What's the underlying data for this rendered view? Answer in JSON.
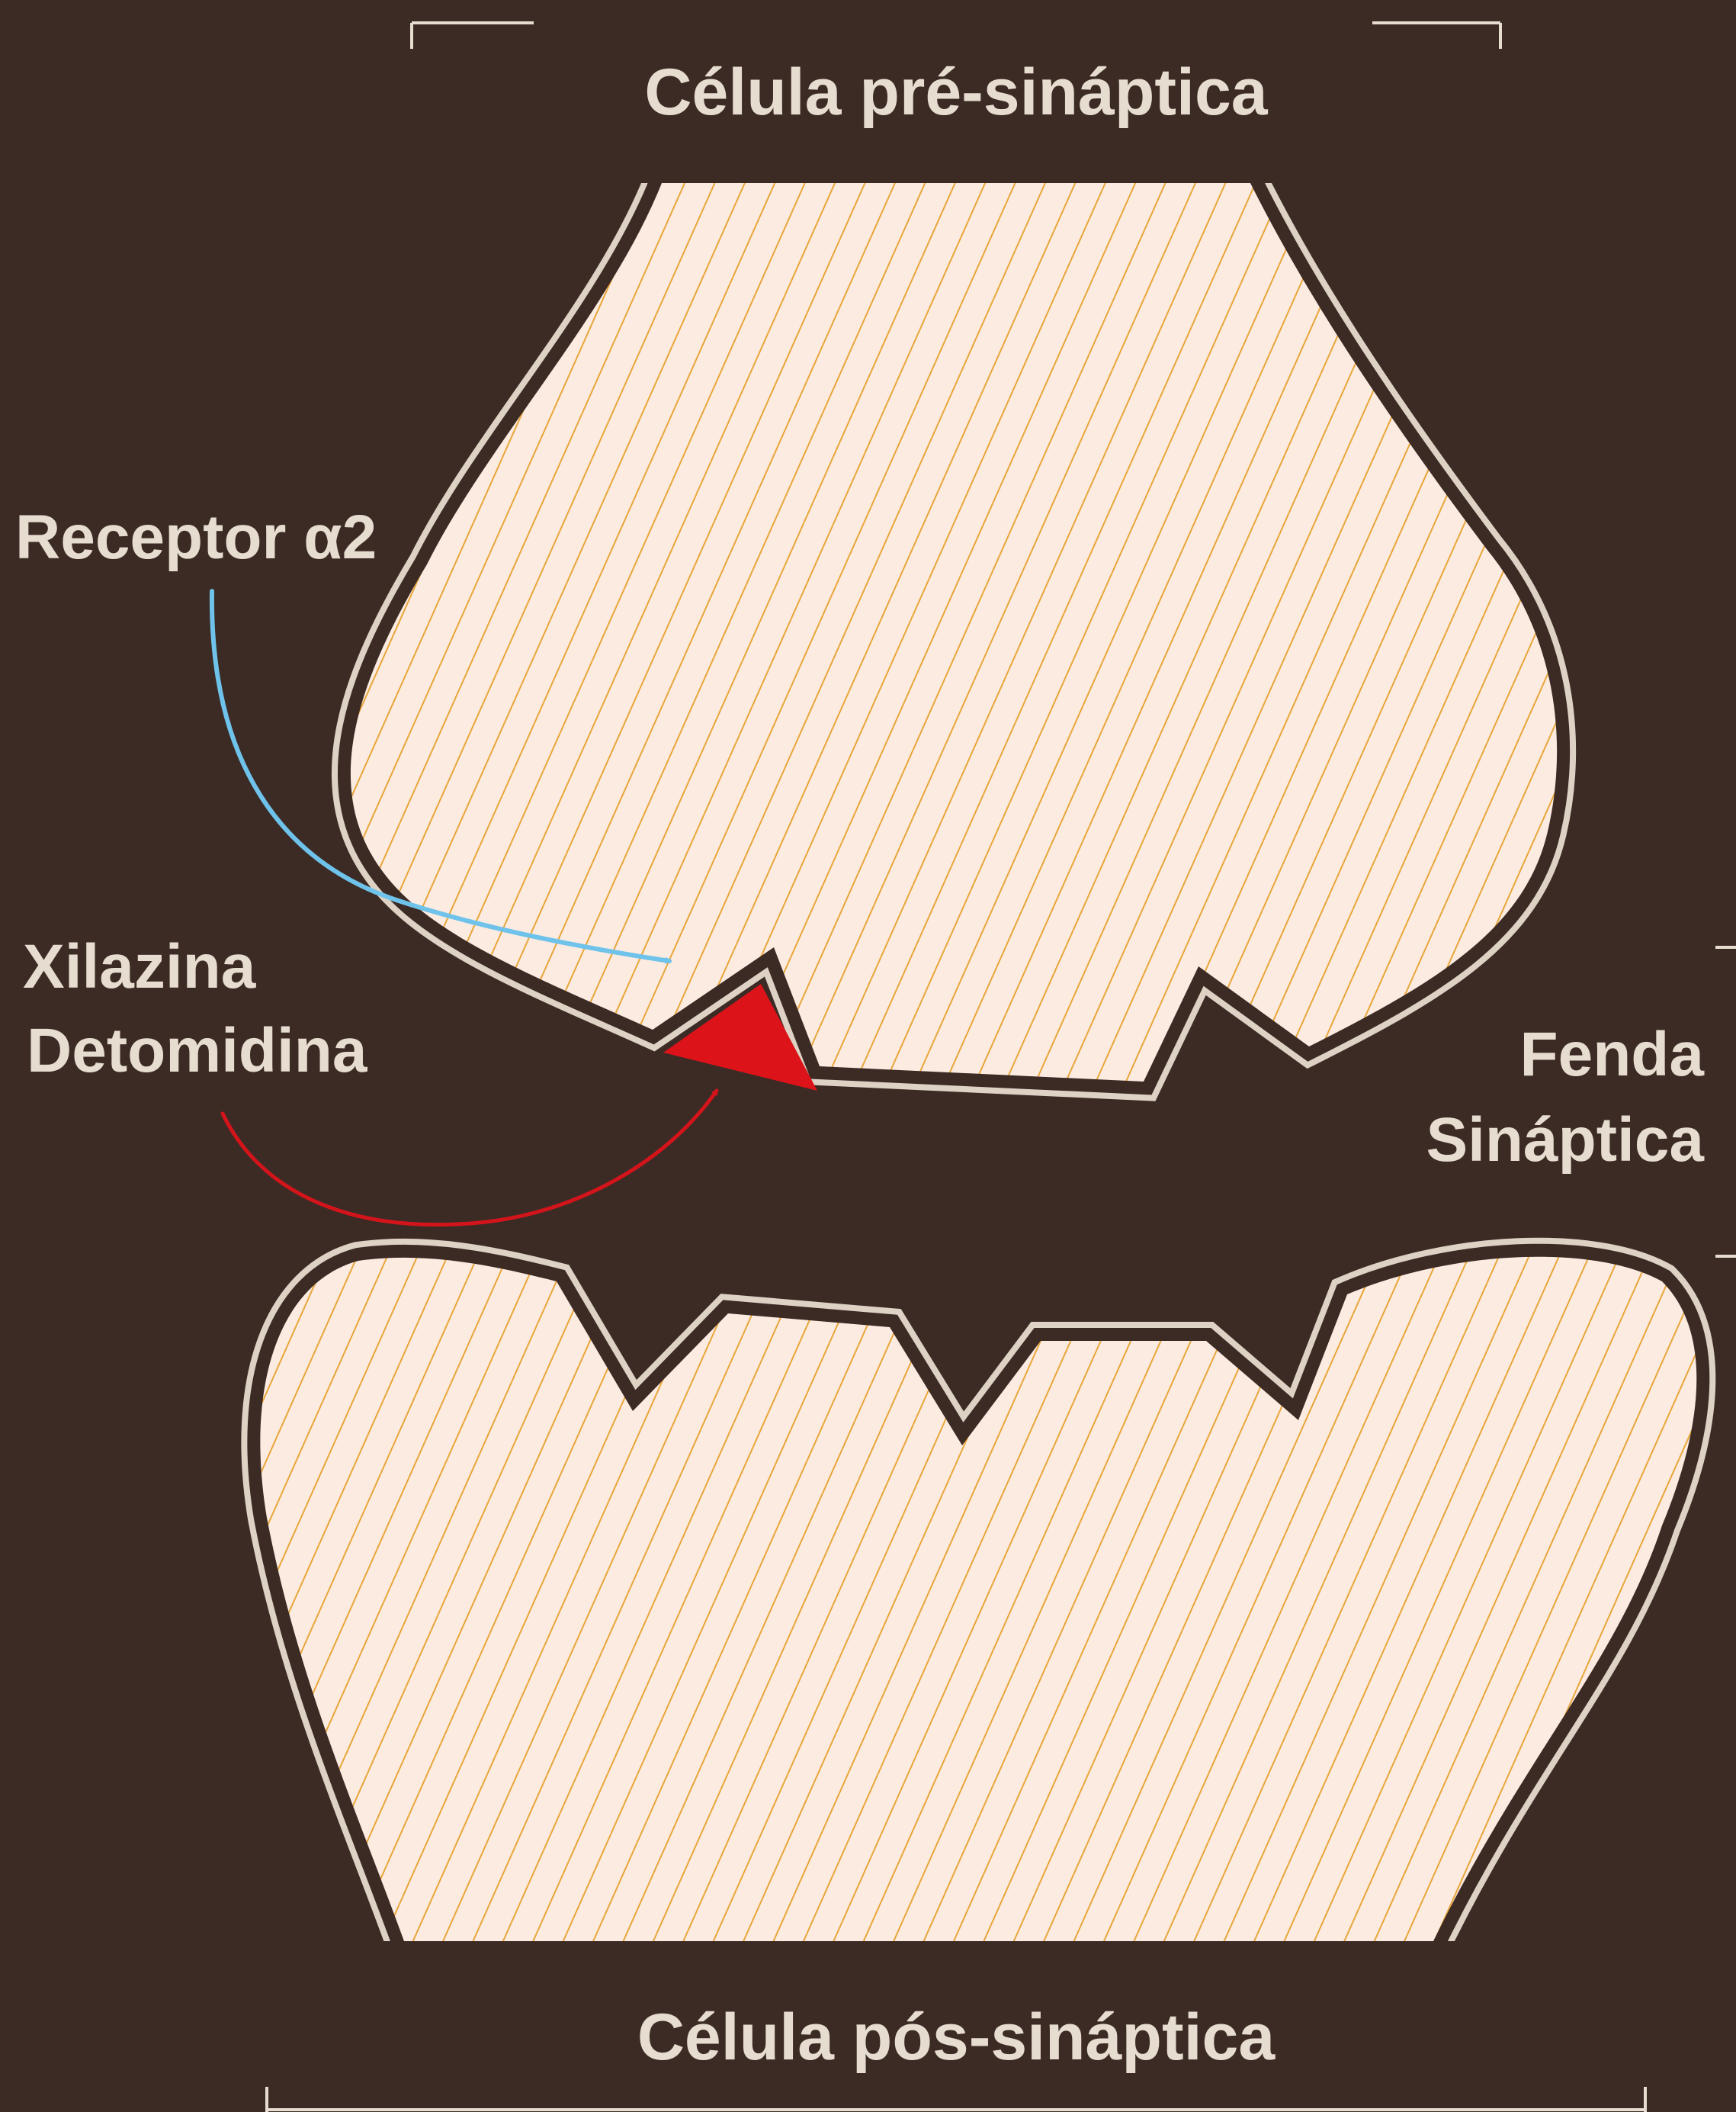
{
  "labels": {
    "pre_cell": "Célula pré-sináptica",
    "post_cell": "Célula pós-sináptica",
    "receptor": "Receptor α2",
    "drug_line1": "Xilazina",
    "drug_line2": "Detomidina",
    "cleft_line1": "Fenda",
    "cleft_line2": "Sináptica"
  },
  "colors": {
    "background": "#3c2b25",
    "cell_fill": "#fcebe1",
    "hatch": "#e8a63a",
    "membrane_outer": "#ddd2c4",
    "membrane_inner": "#3c2b25",
    "receptor_arrow": "#6fc3ea",
    "drug_arrow": "#d3141b",
    "drug_triangle": "#dc1318"
  }
}
